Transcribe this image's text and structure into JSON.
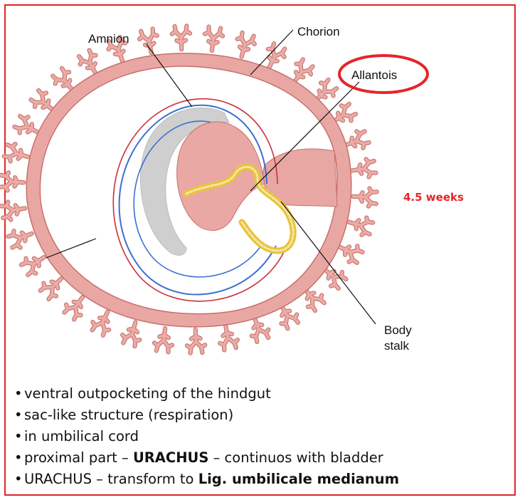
{
  "diagram": {
    "labels": {
      "amnion": "Amnion",
      "chorion": "Chorion",
      "allantois": "Allantois",
      "body_stalk_line1": "Body",
      "body_stalk_line2": "stalk"
    },
    "age": "4.5 weeks"
  },
  "notes": [
    {
      "parts": [
        {
          "text": "ventral outpocketing of the hindgut",
          "bold": false
        }
      ]
    },
    {
      "parts": [
        {
          "text": "sac-like structure (respiration)",
          "bold": false
        }
      ]
    },
    {
      "parts": [
        {
          "text": "in umbilical cord",
          "bold": false
        }
      ]
    },
    {
      "parts": [
        {
          "text": "proximal part – ",
          "bold": false
        },
        {
          "text": "URACHUS",
          "bold": true
        },
        {
          "text": " – continuos with bladder",
          "bold": false
        }
      ]
    },
    {
      "parts": [
        {
          "text": "URACHUS – transform to ",
          "bold": false
        },
        {
          "text": "Lig. umbilicale medianum",
          "bold": true
        }
      ]
    }
  ],
  "colors": {
    "frame": "#e3262b",
    "highlight_ellipse": "#e3262b",
    "chorion_fill": "#e9a7a3",
    "chorion_stroke": "#c7706b",
    "amnion_line": "#3c6fd0",
    "embryo_outline": "#c7323a",
    "allantois": "#e8c43a"
  },
  "icons": [
    "chorionic-villus-icon"
  ]
}
